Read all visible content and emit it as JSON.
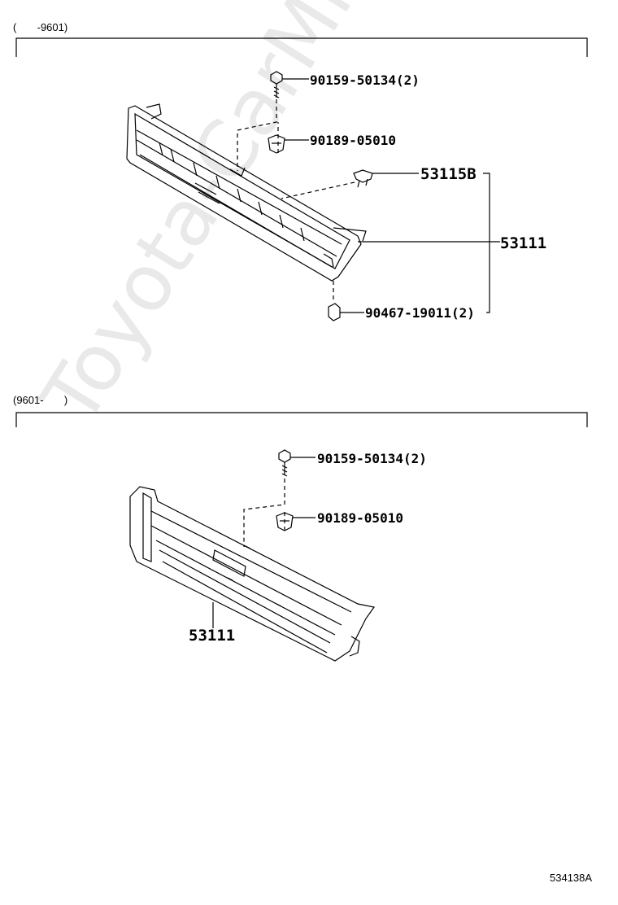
{
  "watermark": "Toyota-CarMine.ru",
  "diagram_id": "534138A",
  "sections": [
    {
      "range_label": "(       -9601)",
      "parts": [
        {
          "label": "90159-50134(2)",
          "icon": "bolt-icon"
        },
        {
          "label": "90189-05010",
          "icon": "clip-nut-icon"
        },
        {
          "label": "53115B",
          "icon": "bracket-icon"
        },
        {
          "label": "53111",
          "icon": "grille-icon"
        },
        {
          "label": "90467-19011(2)",
          "icon": "clip-icon"
        }
      ]
    },
    {
      "range_label": "(9601-       )",
      "parts": [
        {
          "label": "90159-50134(2)",
          "icon": "bolt-icon"
        },
        {
          "label": "90189-05010",
          "icon": "clip-nut-icon"
        },
        {
          "label": "53111",
          "icon": "grille-icon"
        }
      ]
    }
  ]
}
